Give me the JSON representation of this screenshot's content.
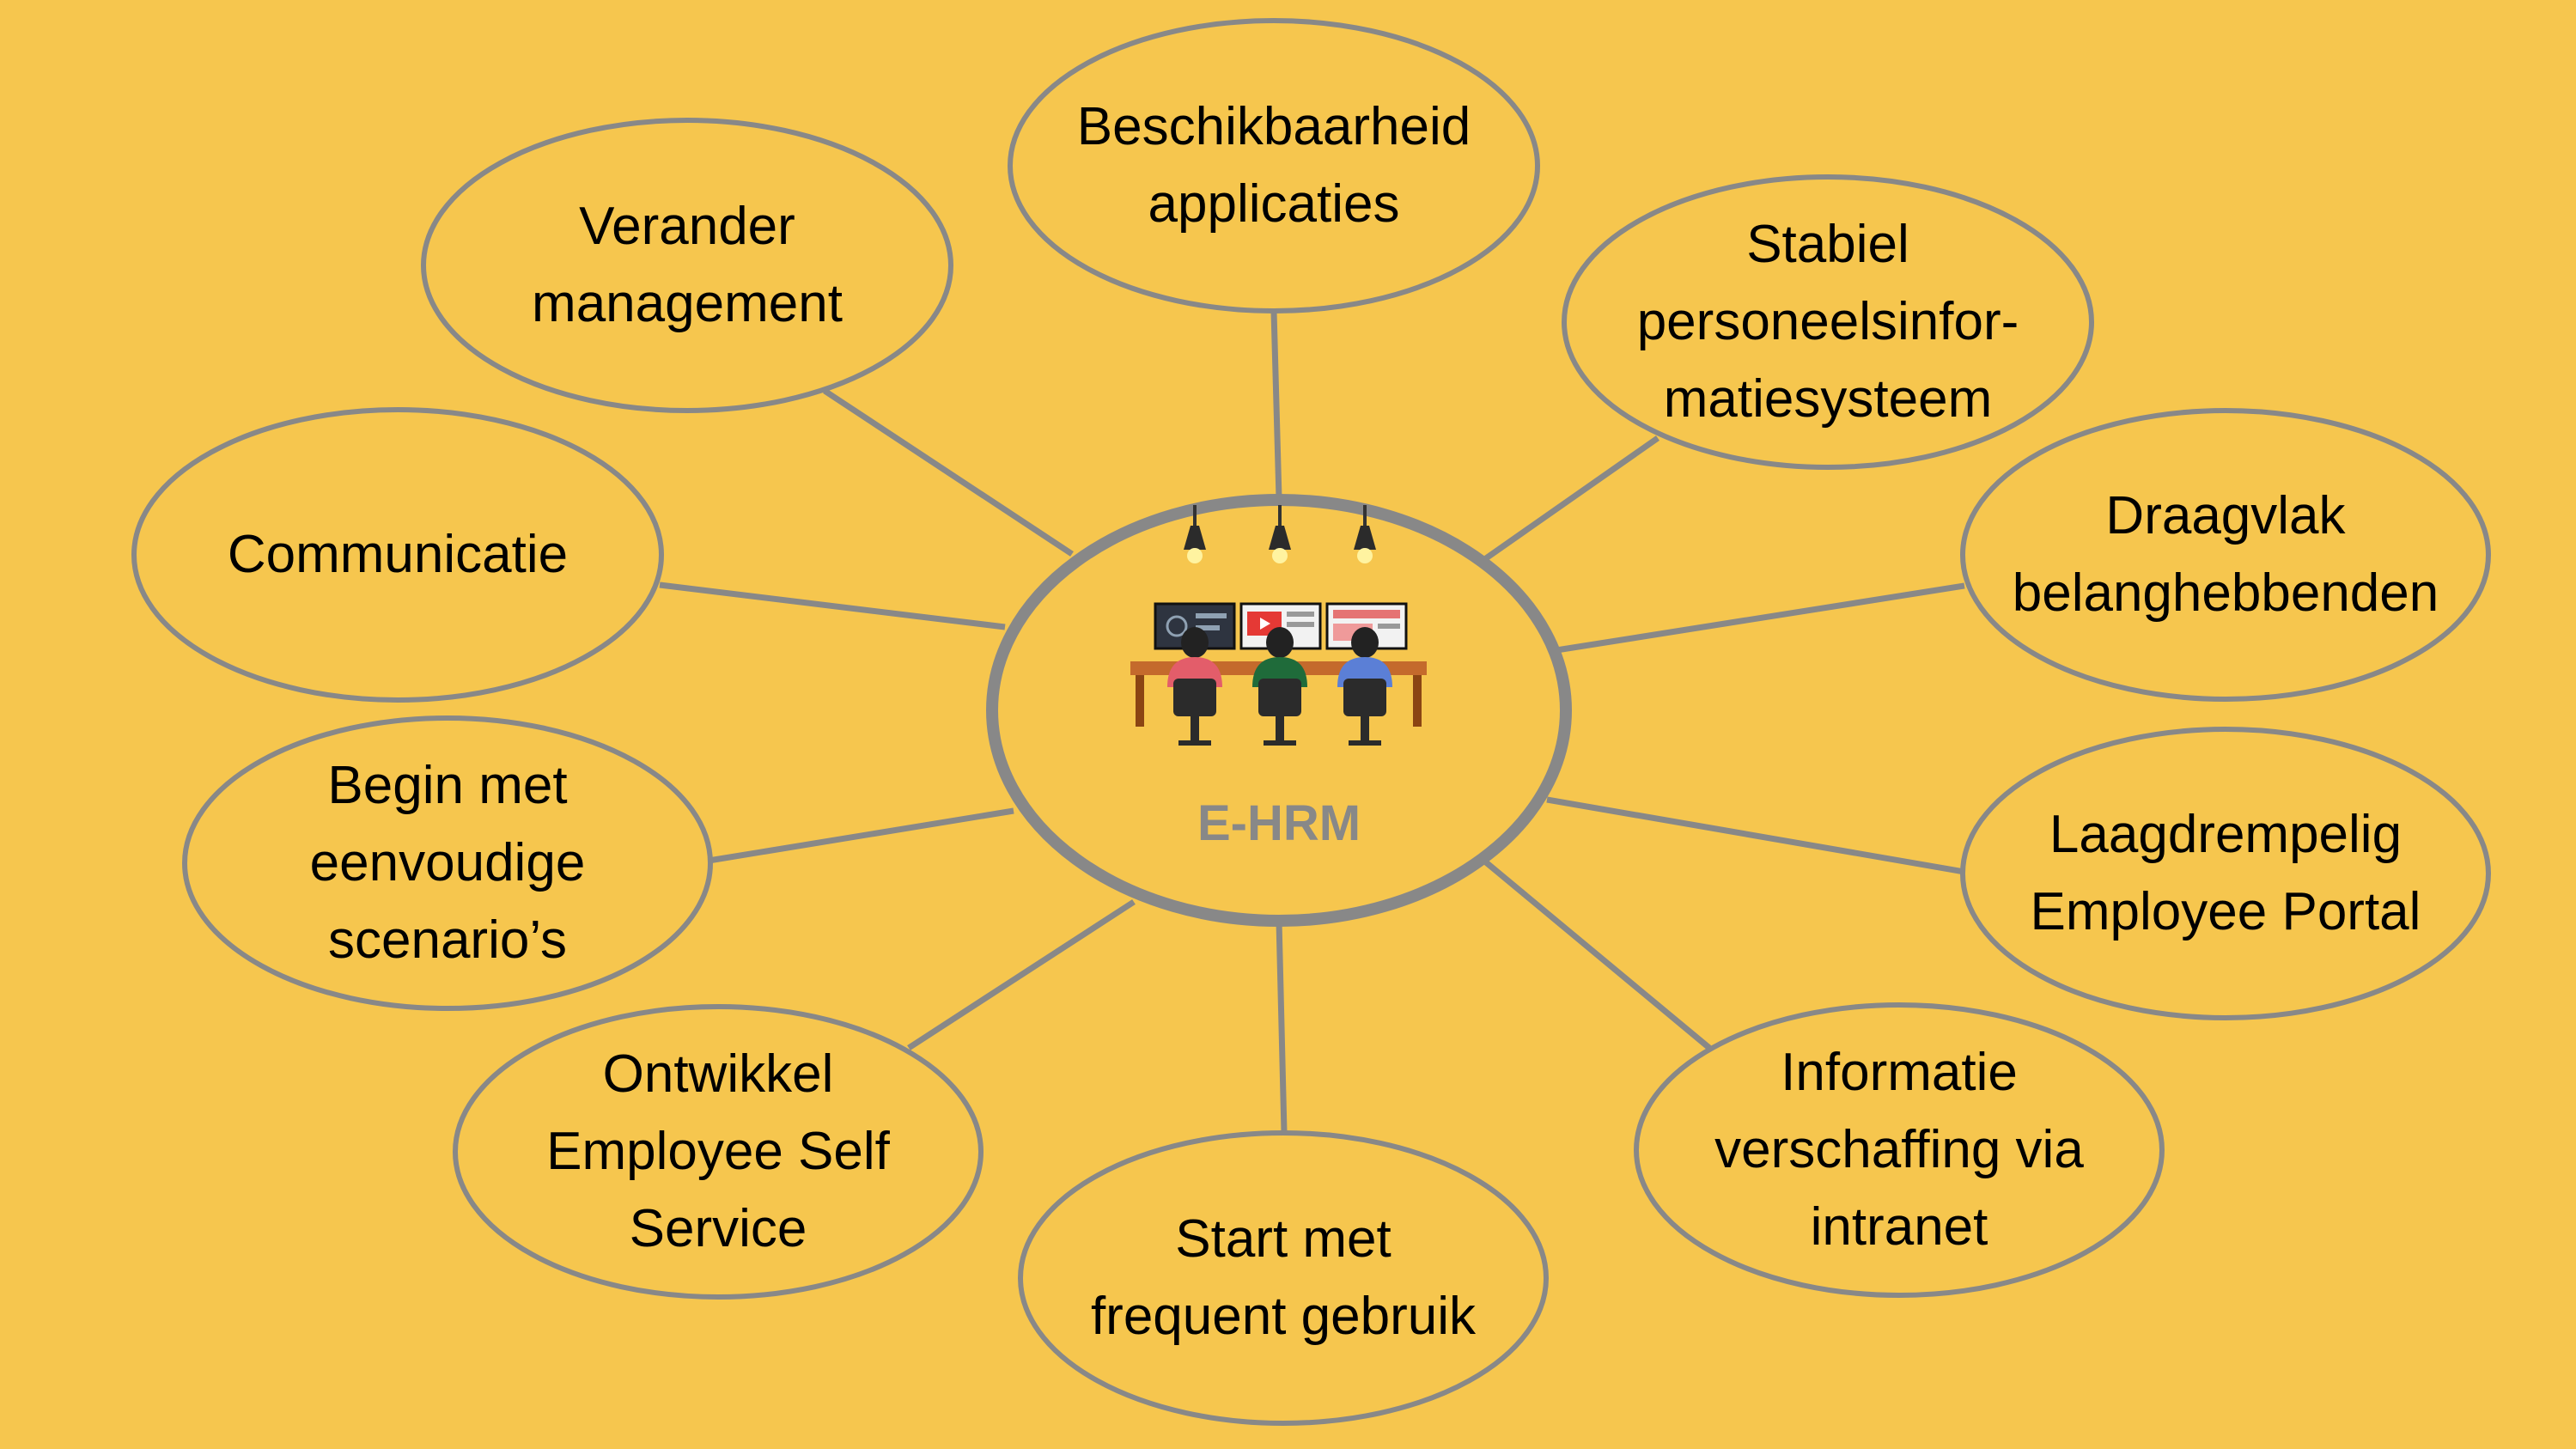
{
  "colors": {
    "background": "#F6C64E",
    "node_fill": "#F6C64E",
    "node_stroke": "#888888",
    "center_title": "#888888"
  },
  "center": {
    "title": "E-HRM",
    "icon": "office-team-at-computers-icon"
  },
  "nodes": [
    {
      "id": "beschikbaarheid",
      "label": "Beschikbaarheid\napplicaties"
    },
    {
      "id": "stabiel",
      "label": "Stabiel\npersoneelsinfor-\nmatiesysteem"
    },
    {
      "id": "draagvlak",
      "label": "Draagvlak\nbelanghebbenden"
    },
    {
      "id": "laagdrempelig",
      "label": "Laagdrempelig\nEmployee Portal"
    },
    {
      "id": "informatie",
      "label": "Informatie\nverschaffing via\nintranet"
    },
    {
      "id": "start",
      "label": "Start met\nfrequent gebruik"
    },
    {
      "id": "ontwikkel",
      "label": "Ontwikkel\nEmployee Self\nService"
    },
    {
      "id": "begin",
      "label": "Begin met\neenvoudige\nscenario’s"
    },
    {
      "id": "communicatie",
      "label": "Communicatie"
    },
    {
      "id": "verander",
      "label": "Verander\nmanagement"
    }
  ]
}
